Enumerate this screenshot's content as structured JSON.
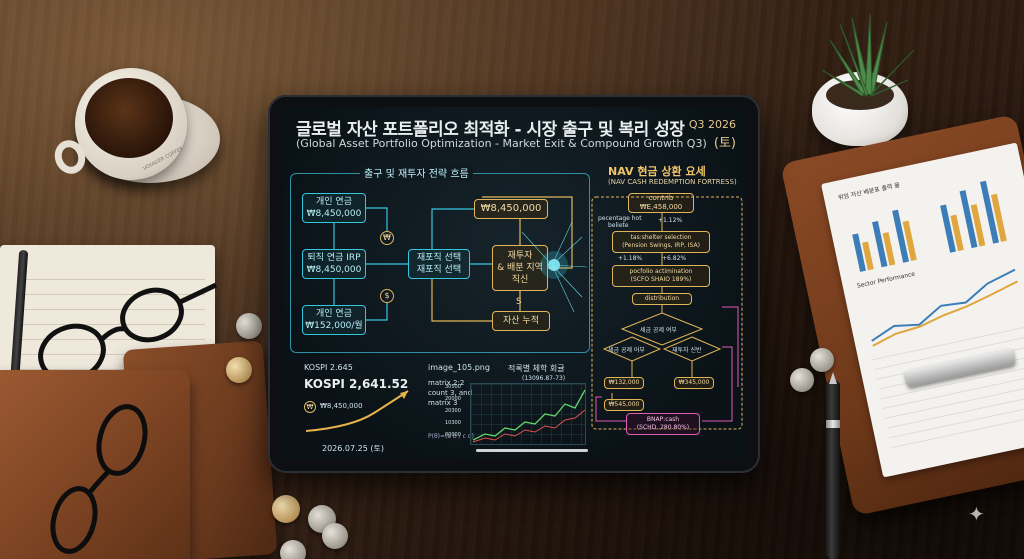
{
  "tablet": {
    "title_ko": "글로벌 자산 포트폴리오 최적화 - 시장 출구 및 복리 성장",
    "title_en": "(Global Asset Portfolio Optimization - Market Exit & Compound Growth Q3)",
    "quarter": "Q3 2026",
    "quarter_day": "(토)",
    "flow": {
      "title": "출구 및 재투자 전략 흐름",
      "box_personal_pension": [
        "개인 연금",
        "₩8,450,000"
      ],
      "box_retirement_irp": [
        "퇴직 연금 IRP",
        "₩8,450,000"
      ],
      "box_personal_monthly": [
        "개인 연금",
        "₩152,000/월"
      ],
      "box_selection": [
        "재포직 선택",
        "재포직 선택"
      ],
      "box_top_value": "₩8,450,000",
      "box_reinvest": [
        "재투자",
        "& 배분 지역",
        "직신"
      ],
      "box_accumulate": "자산 누적",
      "won_symbol": "₩",
      "dollar_symbol": "$",
      "s_symbol": "S"
    },
    "nav": {
      "title": "NAV 현금 상환 요세",
      "subtitle": "(NAV CASH REDEMPTION FORTRESS)",
      "box_contrib": [
        "contrib",
        "₩E,458,000"
      ],
      "pct_label": "pecentage hot",
      "pct_sub": "beliete",
      "pct_value": "+1.12%",
      "box_tax": [
        "tas:shelter selection",
        "(Pension Swings, IRP, ISA)"
      ],
      "mid_left": "+1.18%",
      "mid_right": "+6.82%",
      "box_portfolio": [
        "pocfolio actimination",
        "(SCFO SHAIO 189%)"
      ],
      "box_distribution": "distribution",
      "diamond_top": "세금 공제 여부",
      "diamond_left": "세금 공제 어부",
      "diamond_right": "재투자 신반",
      "box_132": "₩132,000",
      "box_345": "₩345,000",
      "box_545": "₩545,000",
      "box_final": [
        "BNAP:cash",
        "(SCHD, 280.80%)"
      ]
    },
    "kospi": {
      "label_small": "KOSPI 2.645",
      "label_big": "KOSPI 2,641.52",
      "value": "₩8,450,000",
      "date": "2026.07.25 (토)"
    },
    "matrix": {
      "filename": "image_105.png",
      "text": [
        "matrix 2:2",
        "count 3, and",
        "matrix 3"
      ],
      "formula": "P(θ)=(a b / c d)"
    },
    "chart": {
      "title": "적록별 체학 회귤",
      "subtitle": "(13096.87-73)",
      "y_ticks": [
        "30500",
        "20000",
        "20300",
        "10300",
        "00000"
      ]
    }
  },
  "paper": {
    "title": "위임 자산 배분표 출력 물",
    "subtitle": "Sector Performance"
  },
  "mug": {
    "text": "VOYAGER COFFEE"
  }
}
